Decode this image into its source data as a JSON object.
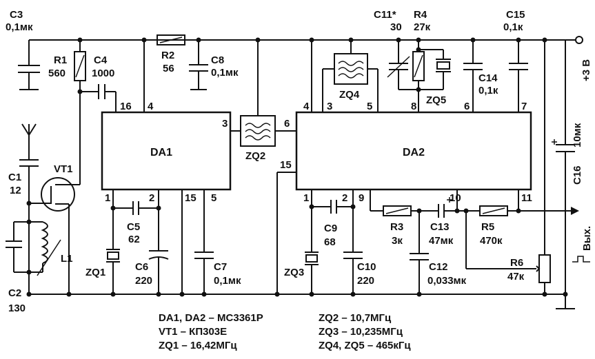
{
  "components": {
    "C3": {
      "ref": "C3",
      "value": "0,1мк"
    },
    "R1": {
      "ref": "R1",
      "value": "560"
    },
    "C4": {
      "ref": "C4",
      "value": "1000"
    },
    "R2": {
      "ref": "R2",
      "value": "56"
    },
    "C8": {
      "ref": "C8",
      "value": "0,1мк"
    },
    "C11": {
      "ref": "C11*",
      "value": "30"
    },
    "R4": {
      "ref": "R4",
      "value": "27к"
    },
    "C15": {
      "ref": "C15",
      "value": "0,1к"
    },
    "C14": {
      "ref": "C14",
      "value": "0,1к"
    },
    "C1": {
      "ref": "C1",
      "value": "12"
    },
    "VT1": {
      "ref": "VT1"
    },
    "L1": {
      "ref": "L1"
    },
    "C2": {
      "ref": "C2",
      "value": "130"
    },
    "DA1": {
      "ref": "DA1"
    },
    "DA2": {
      "ref": "DA2"
    },
    "ZQ1": {
      "ref": "ZQ1"
    },
    "ZQ2": {
      "ref": "ZQ2"
    },
    "ZQ3": {
      "ref": "ZQ3"
    },
    "ZQ4": {
      "ref": "ZQ4"
    },
    "ZQ5": {
      "ref": "ZQ5"
    },
    "C5": {
      "ref": "C5",
      "value": "62"
    },
    "C6": {
      "ref": "C6",
      "value": "220"
    },
    "C7": {
      "ref": "C7",
      "value": "0,1мк"
    },
    "C9": {
      "ref": "C9",
      "value": "68"
    },
    "C10": {
      "ref": "C10",
      "value": "220"
    },
    "R3": {
      "ref": "R3",
      "value": "3к"
    },
    "C13": {
      "ref": "C13",
      "value": "47мк"
    },
    "C12": {
      "ref": "C12",
      "value": "0,033мк"
    },
    "R5": {
      "ref": "R5",
      "value": "470к"
    },
    "R6": {
      "ref": "R6",
      "value": "47к"
    },
    "C16": {
      "ref": "C16",
      "value": "10мк"
    }
  },
  "pins": {
    "da1": {
      "p16": "16",
      "p4": "4",
      "p3": "3",
      "p1": "1",
      "p2": "2",
      "p15": "15",
      "p5": "5"
    },
    "da2": {
      "p4": "4",
      "p3": "3",
      "p5": "5",
      "p8": "8",
      "p6": "6",
      "p7": "7",
      "p15": "15",
      "p1": "1",
      "p2": "2",
      "p9": "9",
      "p10": "10",
      "p11": "11"
    },
    "zq2": {
      "in": "3",
      "out": "6"
    }
  },
  "terminals": {
    "power": "+3 В",
    "output": "Вых."
  },
  "legend": {
    "line1": "DA1, DA2 – MC3361P",
    "line2": "VT1 – КП303Е",
    "line3": "ZQ1 – 16,42МГц",
    "line4": "ZQ2 – 10,7МГц",
    "line5": "ZQ3 – 10,235МГц",
    "line6": "ZQ4, ZQ5 – 465кГц"
  }
}
